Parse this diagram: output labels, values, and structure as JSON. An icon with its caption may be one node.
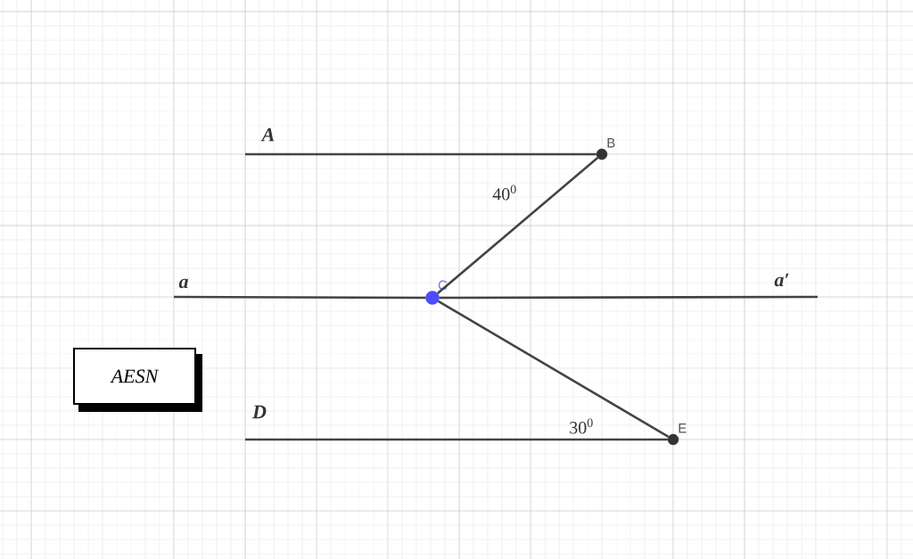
{
  "diagram": {
    "nodes": [
      {
        "text": [
          "B"
        ]
      },
      {
        "text": [
          "C"
        ]
      },
      {
        "text": [
          "E"
        ]
      },
      {
        "text": [
          "AESN"
        ]
      }
    ],
    "edges": [
      {
        "from": null,
        "to": 0,
        "arrow": "none"
      },
      {
        "from": 0,
        "to": 1,
        "arrow": "none",
        "label": "40$^{0}$"
      },
      {
        "from": null,
        "to": 1,
        "arrow": "none"
      },
      {
        "from": 1,
        "to": null,
        "arrow": "none"
      },
      {
        "from": 1,
        "to": 2,
        "arrow": "none"
      },
      {
        "from": null,
        "to": 2,
        "arrow": "none"
      }
    ],
    "labels": [
      "A",
      "a",
      "a′",
      "D",
      "30$^{0}$"
    ]
  }
}
